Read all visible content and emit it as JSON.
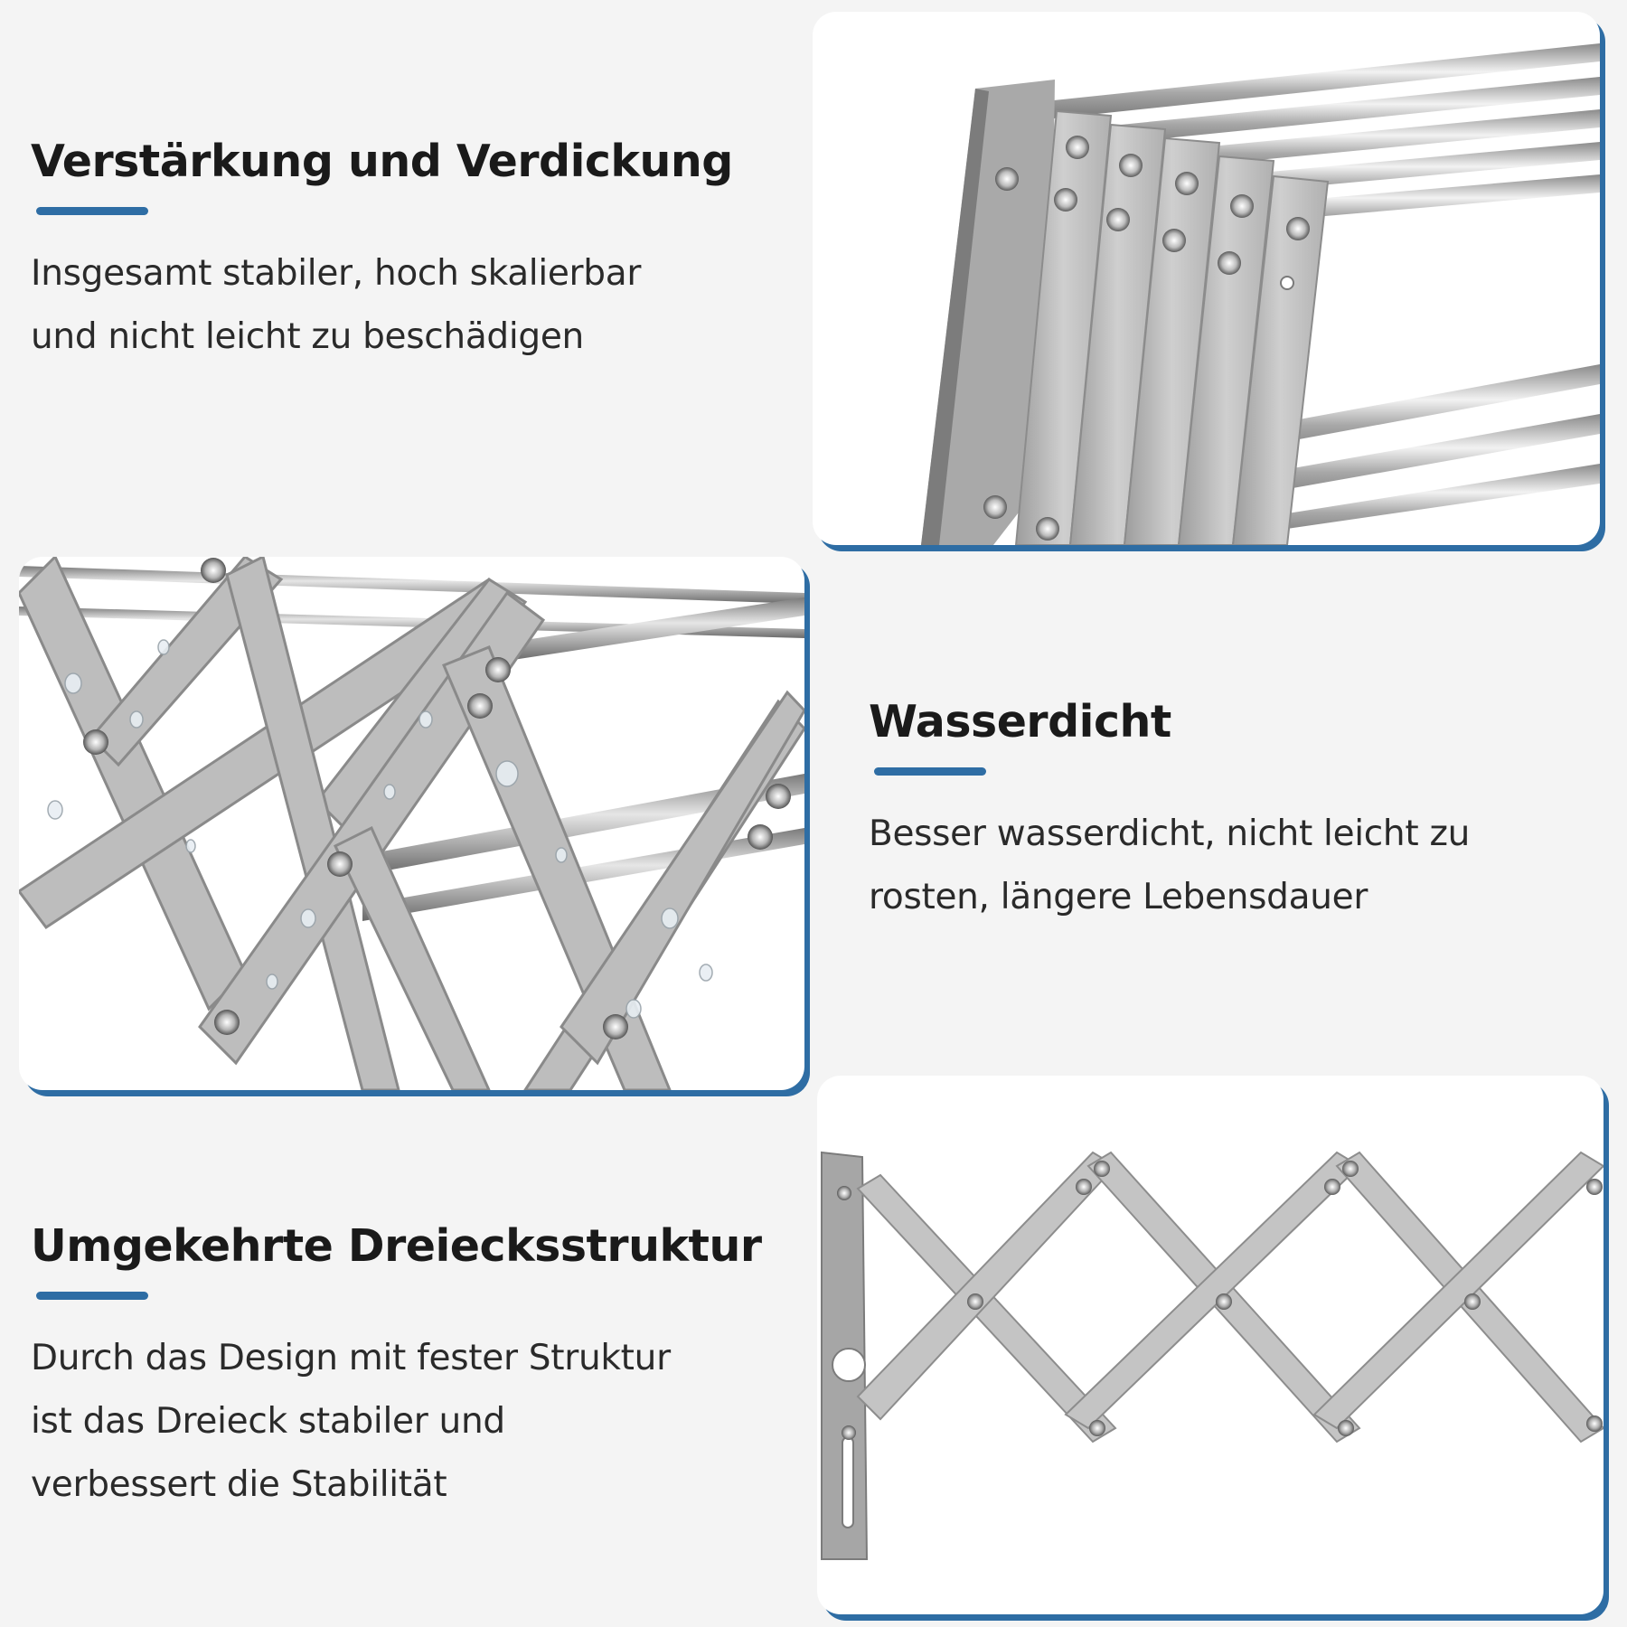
{
  "features": {
    "reinforcement": {
      "title": "Verstärkung und Verdickung",
      "line1": "Insgesamt stabiler, hoch skalierbar",
      "line2": "und nicht leicht zu beschädigen"
    },
    "waterproof": {
      "title": "Wasserdicht",
      "line1": "Besser wasserdicht, nicht leicht zu",
      "line2": "rosten, längere Lebensdauer"
    },
    "triangle": {
      "title": "Umgekehrte Dreiecksstruktur",
      "line1": "Durch das Design mit fester Struktur",
      "line2": "ist das Dreieck stabiler und",
      "line3": "verbessert die Stabilität"
    }
  },
  "colors": {
    "accent": "#2e6da4",
    "background": "#f4f4f4",
    "steel": "#b9b9b9"
  }
}
